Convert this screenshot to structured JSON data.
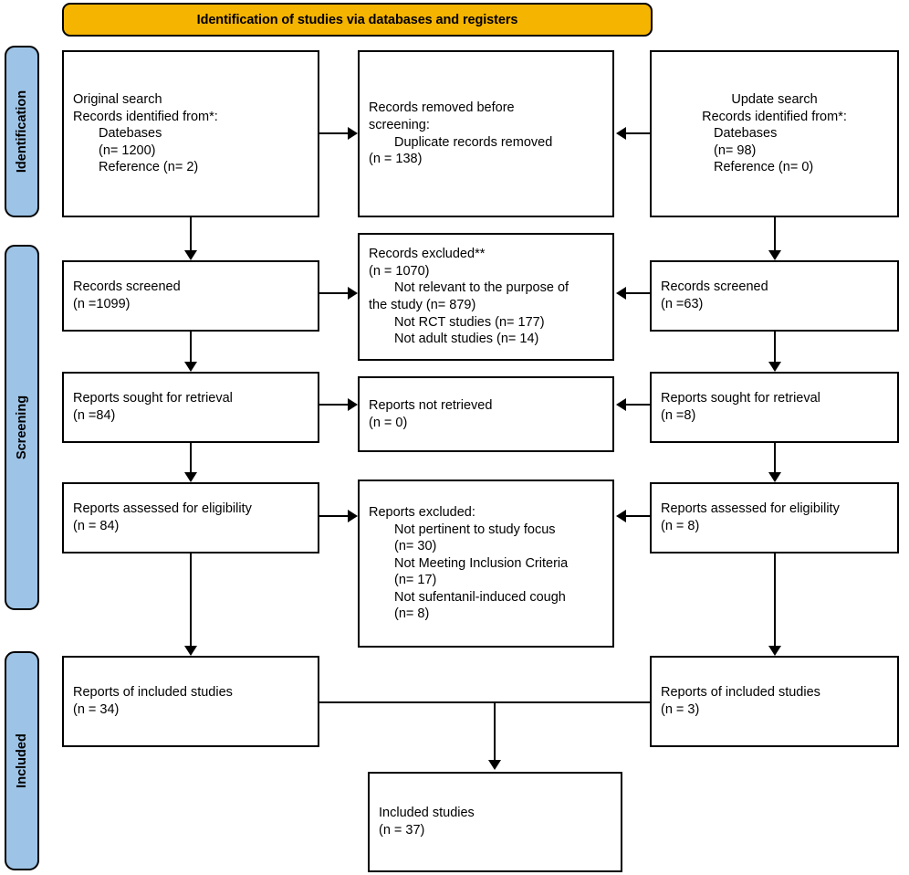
{
  "banner": {
    "title": "Identification of studies via databases and registers",
    "color": "#F5B400"
  },
  "stages": {
    "color": "#9DC3E6",
    "identification": "Identification",
    "screening": "Screening",
    "included": "Included"
  },
  "boxes": {
    "original_search": {
      "l1": "Original search",
      "l2": "Records identified from*:",
      "l3": "Datebases",
      "l4": "(n= 1200)",
      "l5": "Reference (n= 2)"
    },
    "records_removed": {
      "l1": "Records removed ",
      "l1_italic": "before",
      "l2_italic": "screening",
      "l2_tail": ":",
      "l3": "Duplicate records removed",
      "l4": "(n = 138)"
    },
    "update_search": {
      "l1": "Update search",
      "l2": "Records identified from*:",
      "l3": "Datebases",
      "l4": "(n= 98)",
      "l5": "Reference (n= 0)"
    },
    "records_screened_left": {
      "l1": "Records screened",
      "l2": "(n =1099)"
    },
    "records_excluded": {
      "l1": "Records excluded**",
      "l2": "(n = 1070)",
      "l3": "Not relevant to the purpose of",
      "l4": "the study (n= 879)",
      "l5": "Not RCT studies (n= 177)",
      "l6": "Not adult studies (n= 14)"
    },
    "records_screened_right": {
      "l1": "Records screened",
      "l2": "(n =63)"
    },
    "reports_sought_left": {
      "l1": "Reports sought for retrieval",
      "l2": "(n =84)"
    },
    "reports_not_retrieved": {
      "l1": "Reports not retrieved",
      "l2": "(n = 0)"
    },
    "reports_sought_right": {
      "l1": "Reports sought for retrieval",
      "l2": "(n =8)"
    },
    "reports_assessed_left": {
      "l1": "Reports assessed for eligibility",
      "l2": "(n = 84)"
    },
    "reports_excluded": {
      "l1": "Reports excluded:",
      "l2": "Not pertinent to study focus",
      "l3": "(n= 30)",
      "l4": "Not Meeting Inclusion Criteria",
      "l5": "(n= 17)",
      "l6": "Not sufentanil-induced cough",
      "l7": "(n= 8)"
    },
    "reports_assessed_right": {
      "l1": "Reports assessed for eligibility",
      "l2": "(n = 8)"
    },
    "reports_included_left": {
      "l1": "Reports of included studies",
      "l2": "(n = 34)"
    },
    "reports_included_right": {
      "l1": "Reports of included studies",
      "l2": "(n = 3)"
    },
    "included_studies_total": {
      "l1": "Included studies",
      "l2": "(n = 37)"
    }
  },
  "chart_data": {
    "type": "diagram",
    "diagram_kind": "PRISMA 2020 flow diagram",
    "title": "Identification of studies via databases and registers",
    "stages": [
      "Identification",
      "Screening",
      "Included"
    ],
    "nodes": [
      {
        "id": "original_search",
        "stage": "Identification",
        "column": "left",
        "label": "Original search / Records identified from*: Datebases",
        "n": 1200,
        "reference_n": 2
      },
      {
        "id": "records_removed",
        "stage": "Identification",
        "column": "middle",
        "label": "Records removed before screening: Duplicate records removed",
        "n": 138
      },
      {
        "id": "update_search",
        "stage": "Identification",
        "column": "right",
        "label": "Update search / Records identified from*: Datebases",
        "n": 98,
        "reference_n": 0
      },
      {
        "id": "records_screened_left",
        "stage": "Screening",
        "column": "left",
        "label": "Records screened",
        "n": 1099
      },
      {
        "id": "records_excluded",
        "stage": "Screening",
        "column": "middle",
        "label": "Records excluded**",
        "n": 1070,
        "breakdown": [
          {
            "reason": "Not relevant to the purpose of the study",
            "n": 879
          },
          {
            "reason": "Not RCT studies",
            "n": 177
          },
          {
            "reason": "Not adult studies",
            "n": 14
          }
        ]
      },
      {
        "id": "records_screened_right",
        "stage": "Screening",
        "column": "right",
        "label": "Records screened",
        "n": 63
      },
      {
        "id": "reports_sought_left",
        "stage": "Screening",
        "column": "left",
        "label": "Reports sought for retrieval",
        "n": 84
      },
      {
        "id": "reports_not_retrieved",
        "stage": "Screening",
        "column": "middle",
        "label": "Reports not retrieved",
        "n": 0
      },
      {
        "id": "reports_sought_right",
        "stage": "Screening",
        "column": "right",
        "label": "Reports sought for retrieval",
        "n": 8
      },
      {
        "id": "reports_assessed_left",
        "stage": "Screening",
        "column": "left",
        "label": "Reports assessed for eligibility",
        "n": 84
      },
      {
        "id": "reports_excluded",
        "stage": "Screening",
        "column": "middle",
        "label": "Reports excluded:",
        "breakdown": [
          {
            "reason": "Not pertinent to study focus",
            "n": 30
          },
          {
            "reason": "Not Meeting Inclusion Criteria",
            "n": 17
          },
          {
            "reason": "Not sufentanil-induced cough",
            "n": 8
          }
        ]
      },
      {
        "id": "reports_assessed_right",
        "stage": "Screening",
        "column": "right",
        "label": "Reports assessed for eligibility",
        "n": 8
      },
      {
        "id": "reports_included_left",
        "stage": "Included",
        "column": "left",
        "label": "Reports of included studies",
        "n": 34
      },
      {
        "id": "reports_included_right",
        "stage": "Included",
        "column": "right",
        "label": "Reports of included studies",
        "n": 3
      },
      {
        "id": "included_studies_total",
        "stage": "Included",
        "column": "middle",
        "label": "Included studies",
        "n": 37
      }
    ],
    "edges": [
      {
        "from": "original_search",
        "to": "records_removed",
        "direction": "right"
      },
      {
        "from": "update_search",
        "to": "records_removed",
        "direction": "left"
      },
      {
        "from": "original_search",
        "to": "records_screened_left",
        "direction": "down"
      },
      {
        "from": "update_search",
        "to": "records_screened_right",
        "direction": "down"
      },
      {
        "from": "records_screened_left",
        "to": "records_excluded",
        "direction": "right"
      },
      {
        "from": "records_screened_right",
        "to": "records_excluded",
        "direction": "left"
      },
      {
        "from": "records_screened_left",
        "to": "reports_sought_left",
        "direction": "down"
      },
      {
        "from": "records_screened_right",
        "to": "reports_sought_right",
        "direction": "down"
      },
      {
        "from": "reports_sought_left",
        "to": "reports_not_retrieved",
        "direction": "right"
      },
      {
        "from": "reports_sought_right",
        "to": "reports_not_retrieved",
        "direction": "left"
      },
      {
        "from": "reports_sought_left",
        "to": "reports_assessed_left",
        "direction": "down"
      },
      {
        "from": "reports_sought_right",
        "to": "reports_assessed_right",
        "direction": "down"
      },
      {
        "from": "reports_assessed_left",
        "to": "reports_excluded",
        "direction": "right"
      },
      {
        "from": "reports_assessed_right",
        "to": "reports_excluded",
        "direction": "left"
      },
      {
        "from": "reports_assessed_left",
        "to": "reports_included_left",
        "direction": "down"
      },
      {
        "from": "reports_assessed_right",
        "to": "reports_included_right",
        "direction": "down"
      },
      {
        "from": "reports_included_left",
        "to": "included_studies_total",
        "direction": "down"
      },
      {
        "from": "reports_included_right",
        "to": "included_studies_total",
        "direction": "down"
      }
    ]
  }
}
